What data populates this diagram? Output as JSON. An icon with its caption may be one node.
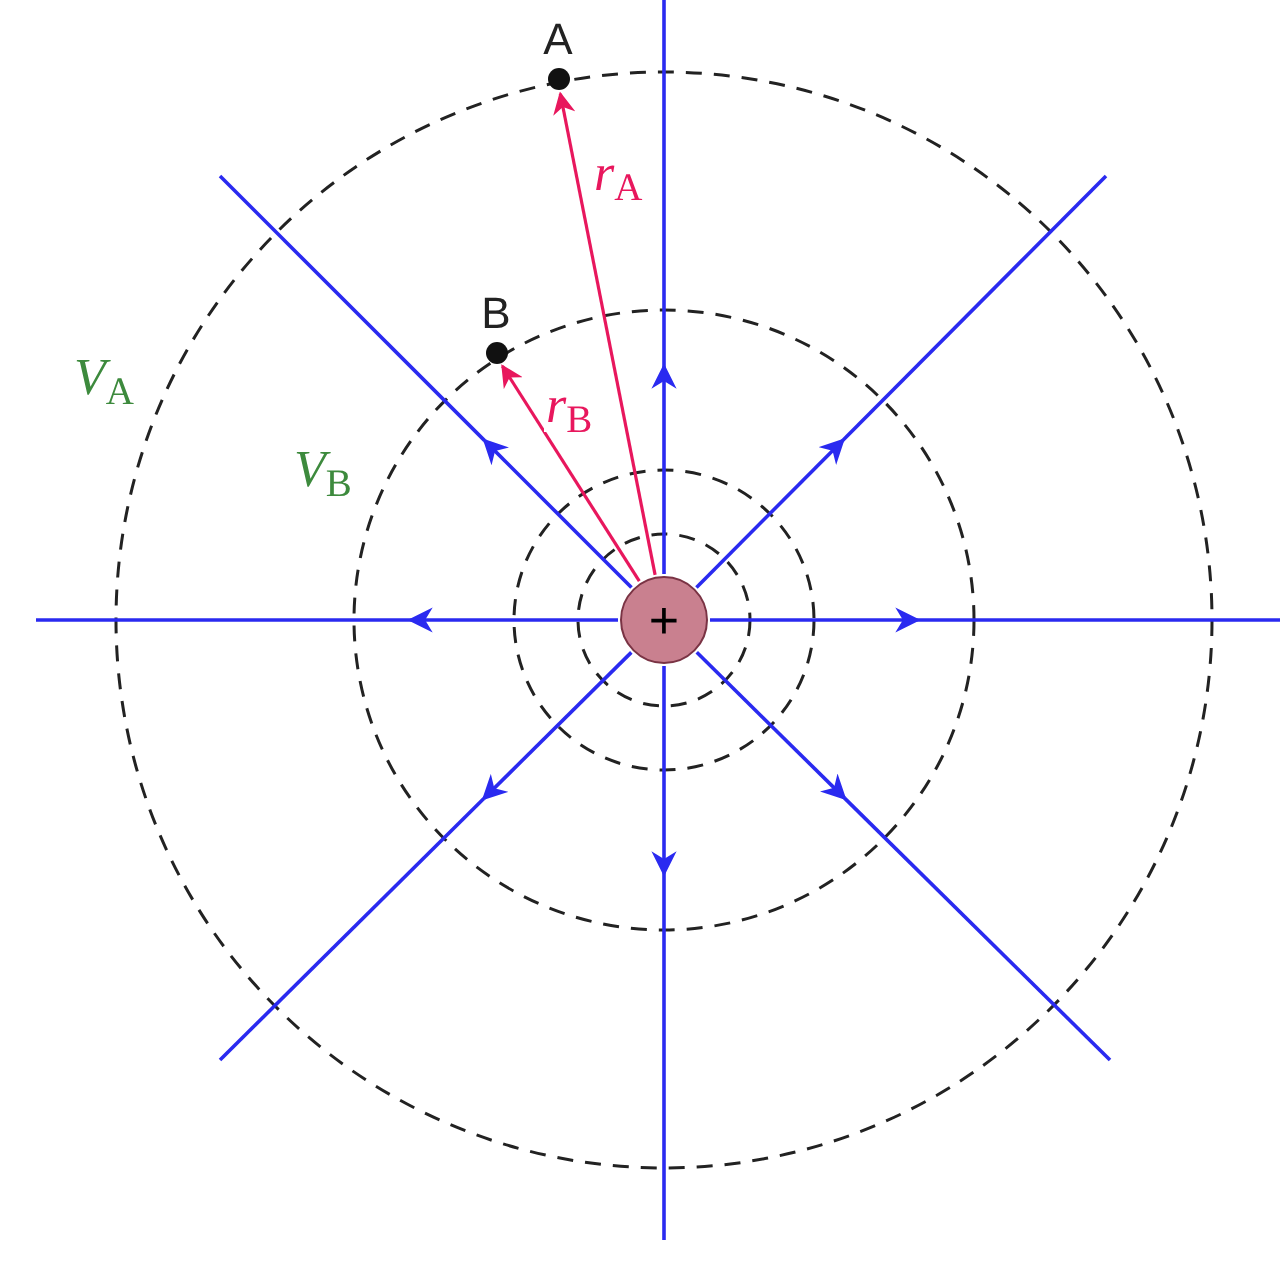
{
  "diagram": {
    "nodes": [
      {
        "text": [
          "A"
        ]
      },
      {
        "text": [
          "B"
        ]
      },
      {
        "text": [
          "+"
        ]
      }
    ],
    "edges": [
      {
        "from": 2,
        "to": 0,
        "arrow": "to",
        "label": "*r*$_{A}$",
        "color": "#e8175d"
      },
      {
        "from": 2,
        "to": 1,
        "arrow": "to",
        "label": "*r*$_{B}$",
        "color": "#e8175d"
      },
      {
        "from": 2,
        "to": null,
        "arrow": "to"
      },
      {
        "from": 2,
        "to": null,
        "arrow": "to"
      },
      {
        "from": 2,
        "to": null,
        "arrow": "to"
      },
      {
        "from": 2,
        "to": null,
        "arrow": "to"
      },
      {
        "from": 2,
        "to": null,
        "arrow": "to"
      },
      {
        "from": 2,
        "to": null,
        "arrow": "to"
      },
      {
        "from": 2,
        "to": null,
        "arrow": "to"
      },
      {
        "from": 2,
        "to": null,
        "arrow": "to"
      }
    ],
    "labels": [
      "*V*$_{A}$",
      "*V*$_{B}$"
    ]
  }
}
